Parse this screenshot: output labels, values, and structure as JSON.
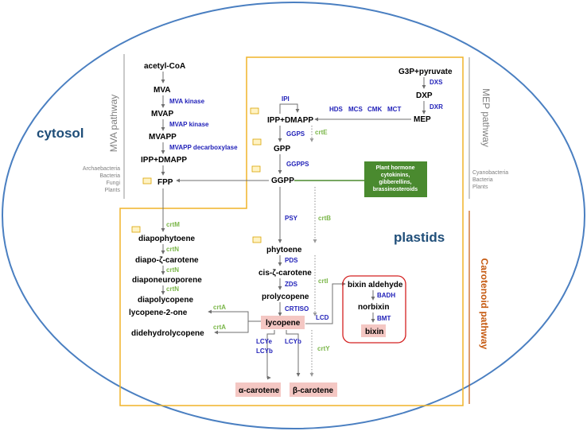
{
  "compartments": {
    "cytosol": "cytosol",
    "plastids": "plastids"
  },
  "pathways": {
    "mva": "MVA pathway",
    "mep": "MEP pathway",
    "carotenoid": "Carotenoid pathway"
  },
  "organisms": {
    "mva": [
      "Archaebacteria",
      "Bacteria",
      "Fungi",
      "Plants"
    ],
    "mep": [
      "Cyanobacteria",
      "Bacteria",
      "Plants"
    ]
  },
  "metabolites": {
    "acetyl_coa": "acetyl-CoA",
    "mva": "MVA",
    "mvap": "MVAP",
    "mvapp": "MVAPP",
    "ipp_dmapp_cytosol": "IPP+DMAPP",
    "fpp": "FPP",
    "g3p_pyruvate": "G3P+pyruvate",
    "dxp": "DXP",
    "mep": "MEP",
    "ipp_dmapp_plastid": "IPP+DMAPP",
    "gpp": "GPP",
    "ggpp": "GGPP",
    "diapophytoene": "diapophytoene",
    "diapo_zeta_carotene": "diapo-ζ-carotene",
    "diaponeurosporene": "diaponeuroporene",
    "diapolycopene": "diapolycopene",
    "lycopene_2_one": "lycopene-2-one",
    "didehydrolycopene": "didehydrolycopene",
    "phytoene": "phytoene",
    "cis_zeta_carotene": "cis-ζ-carotene",
    "prolycopene": "prolycopene",
    "lycopene": "lycopene",
    "bixin_aldehyde": "bixin aldehyde",
    "norbixin": "norbixin",
    "bixin": "bixin",
    "alpha_carotene": "α-carotene",
    "beta_carotene": "β-carotene"
  },
  "enzymes": {
    "mva_kinase": "MVA kinase",
    "mvap_kinase": "MVAP kinase",
    "mvapp_decarboxylase": "MVAPP decarboxylase",
    "dxs": "DXS",
    "dxr": "DXR",
    "hds": "HDS",
    "mcs": "MCS",
    "cmk": "CMK",
    "mct": "MCT",
    "ipi": "IPI",
    "ggps": "GGPS",
    "ggpps": "GGPPS",
    "psy": "PSY",
    "pds": "PDS",
    "zds": "ZDS",
    "crtiso": "CRTISO",
    "lcd": "LCD",
    "badh": "BADH",
    "bmt": "BMT",
    "lcye": "LCYe",
    "lcyb1": "LCYb",
    "lcyb2": "LCYb"
  },
  "bacterial_enzymes": {
    "crtE": "crtE",
    "crtB": "crtB",
    "crtI": "crtI",
    "crtY": "crtY",
    "crtM": "crtM",
    "crtN1": "crtN",
    "crtN2": "crtN",
    "crtN3": "crtN",
    "crtA1": "crtA",
    "crtA2": "crtA"
  },
  "hormone_box": {
    "lines": [
      "Plant hormone",
      "cytokinins,",
      "gibberellins,",
      "brassinosteroids"
    ]
  },
  "colors": {
    "ellipse": "#4a7fc1",
    "plastid_border": "#f0b429",
    "enzyme": "#1f1fb8",
    "bacterial": "#7ab648",
    "hormone_fill": "#4a8a2f",
    "product_fill": "#f4c7c3",
    "bixin_border": "#d42020"
  }
}
